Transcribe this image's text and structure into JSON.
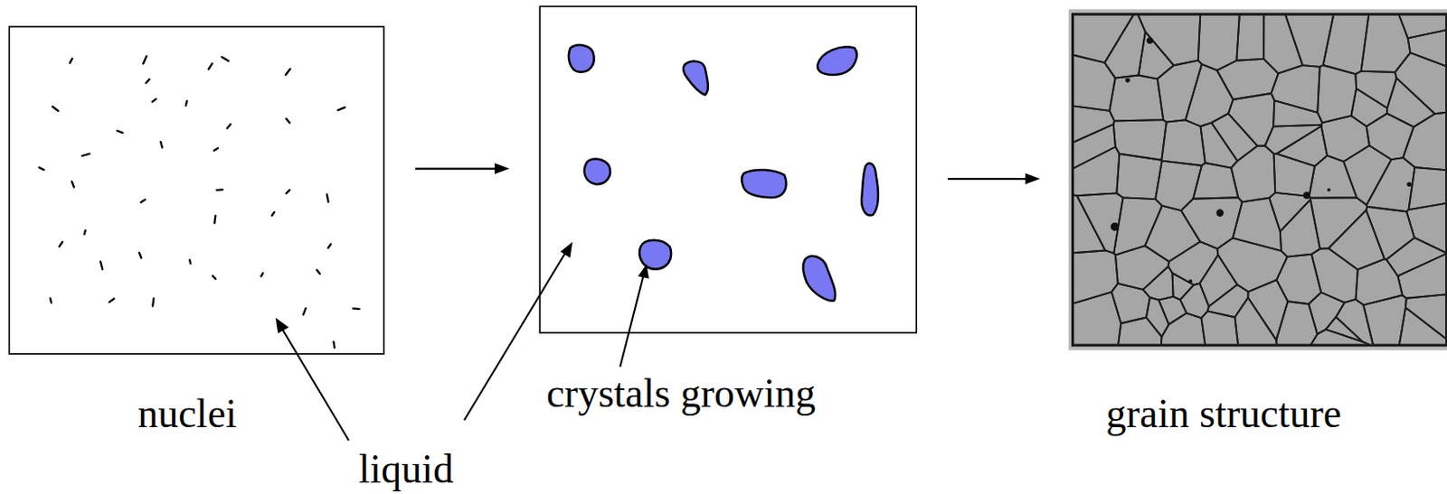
{
  "diagram": {
    "labels": [
      "nuclei",
      "liquid",
      "crystals growing",
      "grain structure"
    ]
  }
}
